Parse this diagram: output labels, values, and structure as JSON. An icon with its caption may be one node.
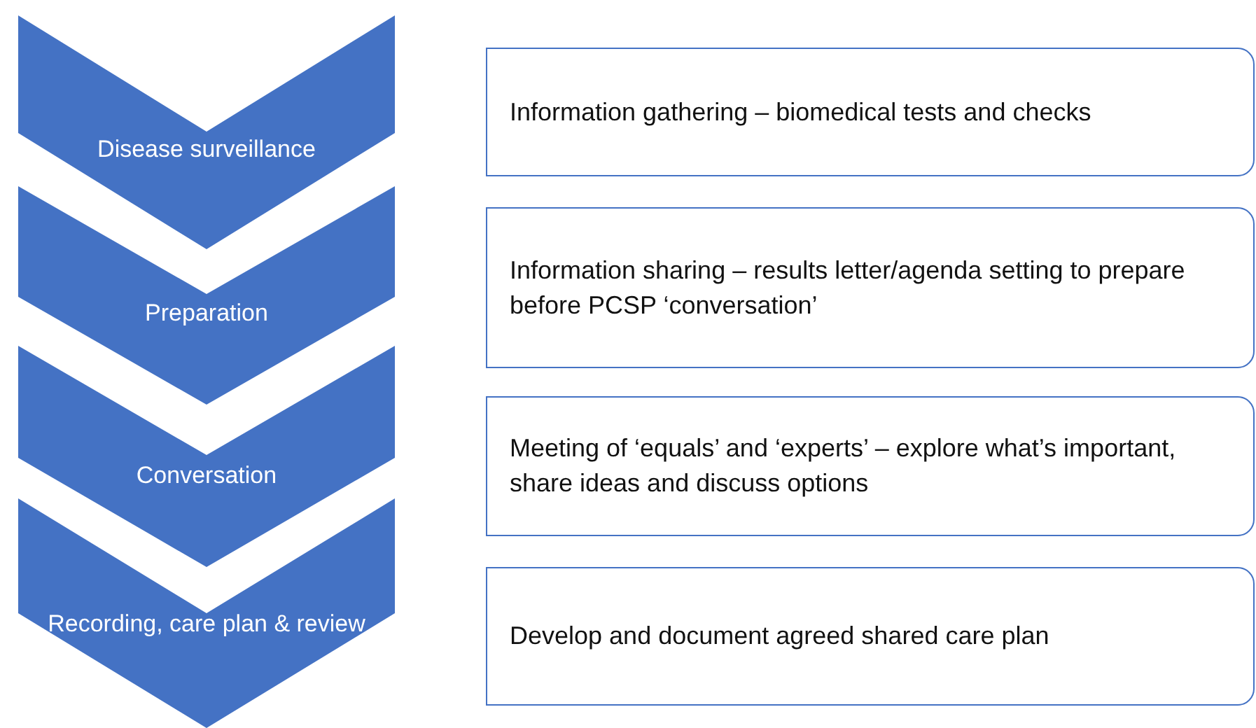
{
  "diagram": {
    "nodes": [
      {
        "text": [
          "Disease surveillance"
        ]
      },
      {
        "text": [
          "Preparation"
        ]
      },
      {
        "text": [
          "Conversation"
        ]
      },
      {
        "text": [
          "Recording, care plan & review"
        ]
      },
      {
        "text": [
          "Information gathering – biomedical tests and checks"
        ]
      },
      {
        "text": [
          "Information sharing – results letter/agenda setting to prepare before PCSP  ‘conversation’"
        ]
      },
      {
        "text": [
          "Meeting of ‘equals’ and ‘experts’ – explore what’s important, share ideas and discuss options"
        ]
      },
      {
        "text": [
          "Develop and document agreed shared care plan"
        ]
      }
    ]
  }
}
